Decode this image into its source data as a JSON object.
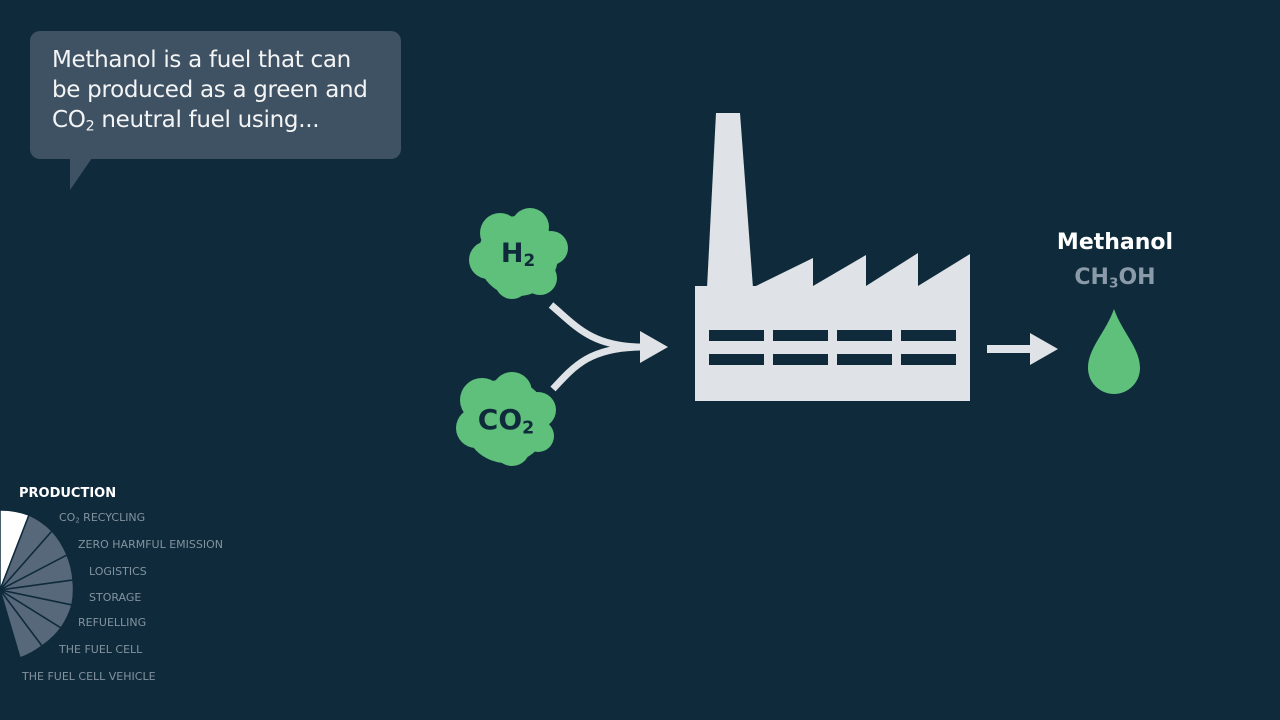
{
  "speech_bubble": {
    "lines": [
      {
        "text": "Methanol is a fuel that can"
      },
      {
        "text": "be produced as a green and"
      },
      {
        "prefix": "CO",
        "sub": "2",
        "suffix": " neutral fuel using..."
      }
    ]
  },
  "inputs": {
    "hydrogen": {
      "symbol": "H",
      "sub": "2"
    },
    "carbon_dioxide": {
      "symbol": "CO",
      "sub": "2"
    }
  },
  "product": {
    "name": "Methanol",
    "formula_prefix": "CH",
    "formula_sub": "3",
    "formula_suffix": "OH"
  },
  "navigation": {
    "current": "PRODUCTION",
    "items": [
      {
        "prefix": "CO",
        "sub": "2",
        "suffix": " RECYCLING"
      },
      {
        "label": "ZERO HARMFUL EMISSION"
      },
      {
        "label": "LOGISTICS"
      },
      {
        "label": "STORAGE"
      },
      {
        "label": "REFUELLING"
      },
      {
        "label": "THE FUEL CELL"
      },
      {
        "label": "THE FUEL CELL VEHICLE"
      }
    ]
  },
  "colors": {
    "background": "#0f2b3b",
    "bubble": "#3f5263",
    "green": "#5ec07a",
    "factory": "#dfe2e6",
    "nav_wedge": "#56687a",
    "nav_active": "#ffffff"
  }
}
